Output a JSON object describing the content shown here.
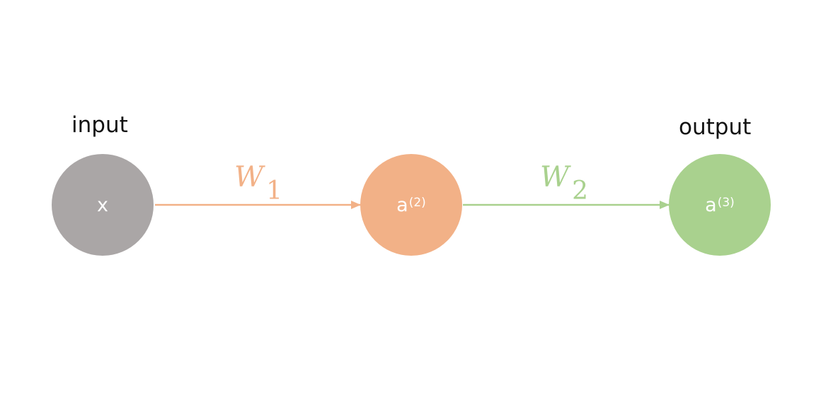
{
  "labels": {
    "input": "input",
    "output": "output"
  },
  "nodes": [
    {
      "text": "x",
      "sup": "",
      "color": "#aaa6a6"
    },
    {
      "text": "a",
      "sup": "(2)",
      "color": "#f2b187"
    },
    {
      "text": "a",
      "sup": "(3)",
      "color": "#a9d18e"
    }
  ],
  "edges": [
    {
      "weight": "W",
      "subscript": "1",
      "color": "#f2b187"
    },
    {
      "weight": "W",
      "subscript": "2",
      "color": "#a9d18e"
    }
  ]
}
